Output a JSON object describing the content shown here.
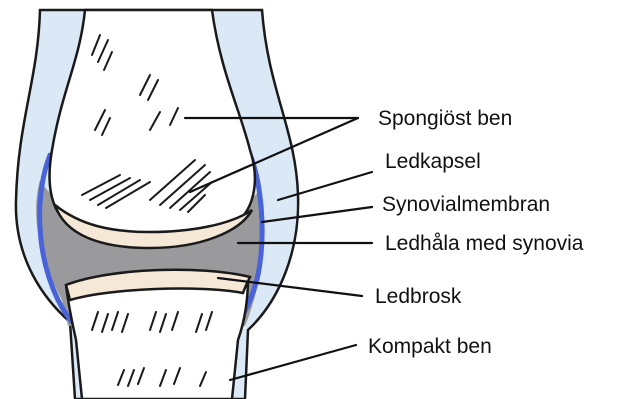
{
  "labels": [
    "Spongiöst ben",
    "Ledkapsel",
    "Synovialmembran",
    "Ledhåla med synovia",
    "Ledbrosk",
    "Kompakt ben"
  ],
  "colors": {
    "capsule": "#dbe9f6",
    "synovial_membrane": "#4a63d6",
    "joint_cavity": "#9a9a9d",
    "cartilage": "#f6e8d6",
    "bone": "#ffffff",
    "outline": "#1a1a1a"
  }
}
